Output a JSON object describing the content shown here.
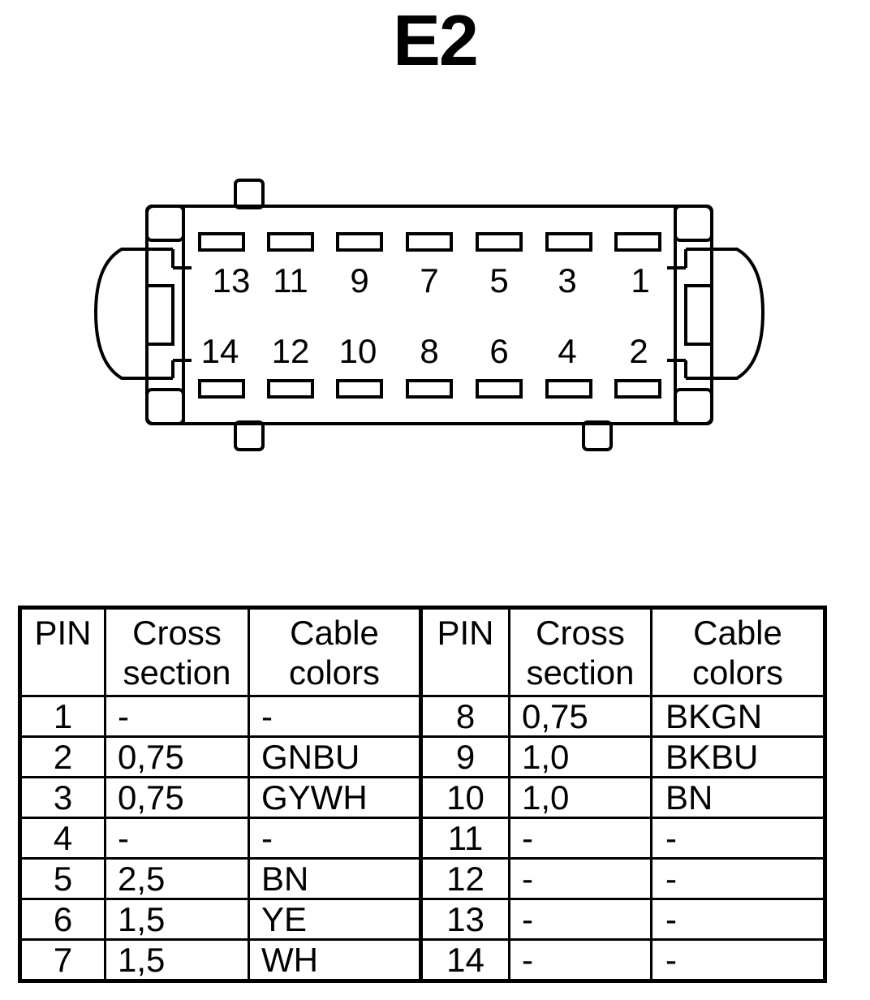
{
  "title": "E2",
  "connector": {
    "top_row_pins": [
      "13",
      "11",
      "9",
      "7",
      "5",
      "3",
      "1"
    ],
    "bottom_row_pins": [
      "14",
      "12",
      "10",
      "8",
      "6",
      "4",
      "2"
    ]
  },
  "table": {
    "headers": {
      "pin": "PIN",
      "cross_line1": "Cross",
      "cross_line2": "section",
      "colors_line1": "Cable",
      "colors_line2": "colors"
    },
    "rows": [
      {
        "pin_a": "1",
        "cross_a": "-",
        "color_a": "-",
        "pin_b": "8",
        "cross_b": "0,75",
        "color_b": "BKGN"
      },
      {
        "pin_a": "2",
        "cross_a": "0,75",
        "color_a": "GNBU",
        "pin_b": "9",
        "cross_b": "1,0",
        "color_b": "BKBU"
      },
      {
        "pin_a": "3",
        "cross_a": "0,75",
        "color_a": "GYWH",
        "pin_b": "10",
        "cross_b": "1,0",
        "color_b": "BN"
      },
      {
        "pin_a": "4",
        "cross_a": "-",
        "color_a": "-",
        "pin_b": "11",
        "cross_b": "-",
        "color_b": "-"
      },
      {
        "pin_a": "5",
        "cross_a": "2,5",
        "color_a": "BN",
        "pin_b": "12",
        "cross_b": "-",
        "color_b": "-"
      },
      {
        "pin_a": "6",
        "cross_a": "1,5",
        "color_a": "YE",
        "pin_b": "13",
        "cross_b": "-",
        "color_b": "-"
      },
      {
        "pin_a": "7",
        "cross_a": "1,5",
        "color_a": "WH",
        "pin_b": "14",
        "cross_b": "-",
        "color_b": "-"
      }
    ]
  }
}
